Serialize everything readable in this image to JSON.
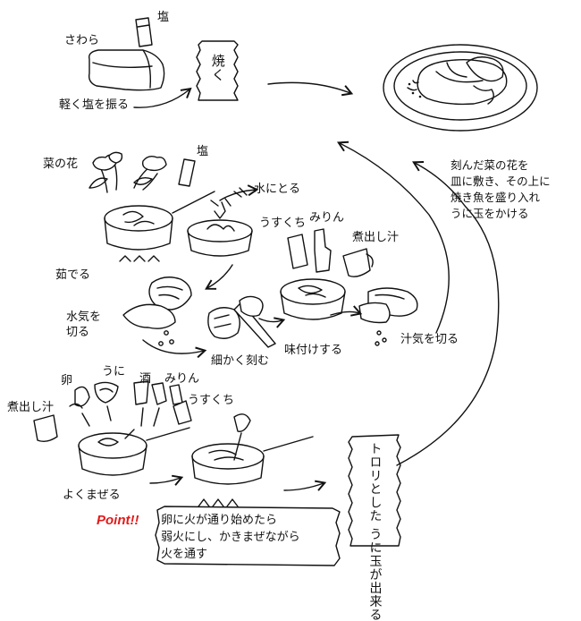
{
  "labels": {
    "sawara": "さわら",
    "salt1": "塩",
    "sprinkle_salt": "軽く塩を振る",
    "grill": "焼く",
    "nanohana": "菜の花",
    "salt2": "塩",
    "into_water": "水にとる",
    "boil": "茹でる",
    "squeeze_water": "水気を",
    "squeeze_water_2": "切る",
    "chop": "細かく刻む",
    "usukuchi1": "うすくち",
    "mirin1": "みりん",
    "dashi1": "煮出し汁",
    "season": "味付けする",
    "drain": "汁気を切る",
    "egg": "卵",
    "uni": "うに",
    "sake": "酒",
    "mirin2": "みりん",
    "usukuchi2": "うすくち",
    "dashi2": "煮出し汁",
    "mix": "よくまぜる"
  },
  "serving_note": [
    "刻んだ菜の花を",
    "皿に敷き、その上に",
    "焼き魚を盛り入れ",
    "うに玉をかける"
  ],
  "result": [
    "トロリとした",
    "うに玉が出来る"
  ],
  "point": {
    "title": "Point!!",
    "lines": [
      "卵に火が通り始めたら",
      "弱火にし、かきまぜながら",
      "火を通す"
    ],
    "color": "#e21b1b"
  }
}
